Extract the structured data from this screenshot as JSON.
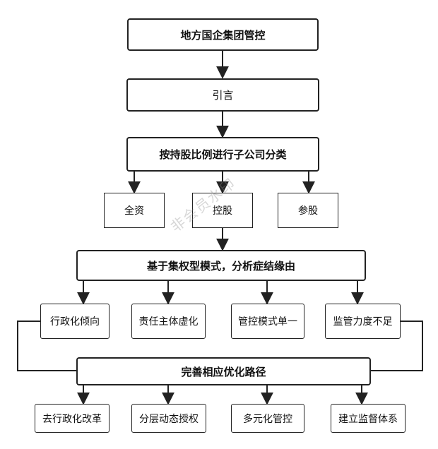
{
  "nodes": {
    "top": "地方国企集团管控",
    "intro": "引言",
    "classify": "按持股比例进行子公司分类",
    "type_full": "全资",
    "type_control": "控股",
    "type_share": "参股",
    "cause": "基于集权型模式，分析症结缘由",
    "issue1": "行政化倾向",
    "issue2": "责任主体虚化",
    "issue3": "管控模式单一",
    "issue4": "监管力度不足",
    "optimize": "完善相应优化路径",
    "path1": "去行政化改革",
    "path2": "分层动态授权",
    "path3": "多元化管控",
    "path4": "建立监督体系"
  },
  "watermark": "非会员水印"
}
